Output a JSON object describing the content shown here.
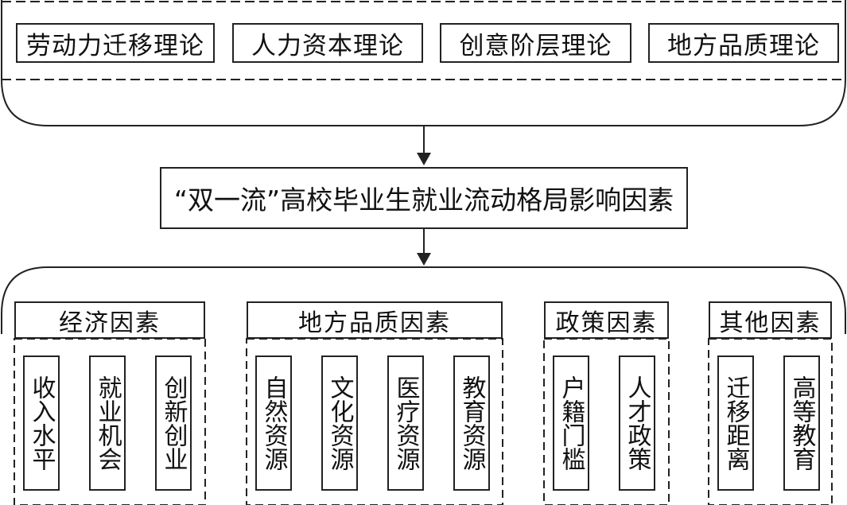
{
  "theories": [
    {
      "label": "劳动力迁移理论"
    },
    {
      "label": "人力资本理论"
    },
    {
      "label": "创意阶层理论"
    },
    {
      "label": "地方品质理论"
    }
  ],
  "center": {
    "label": "“双一流”高校毕业生就业流动格局影响因素"
  },
  "categories": [
    {
      "label": "经济因素",
      "items": [
        "收入水平",
        "就业机会",
        "创新创业"
      ]
    },
    {
      "label": "地方品质因素",
      "items": [
        "自然资源",
        "文化资源",
        "医疗资源",
        "教育资源"
      ]
    },
    {
      "label": "政策因素",
      "items": [
        "户籍门槛",
        "人才政策"
      ]
    },
    {
      "label": "其他因素",
      "items": [
        "迁移距离",
        "高等教育"
      ]
    }
  ],
  "colors": {
    "stroke": "#222222",
    "background": "#ffffff"
  }
}
